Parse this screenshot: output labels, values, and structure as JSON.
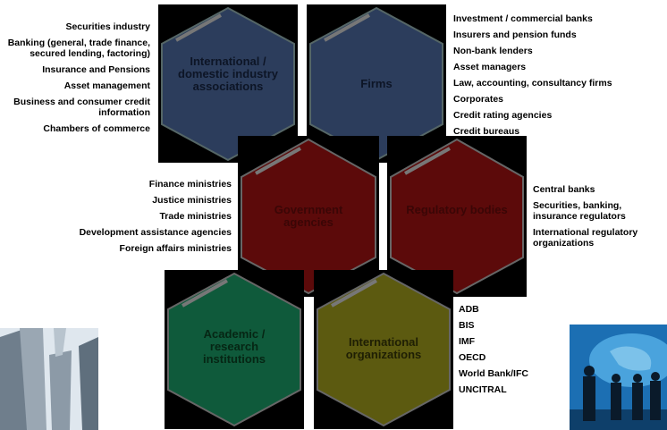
{
  "nodes": [
    {
      "id": "associations",
      "label": "International / domestic industry associations",
      "color": "#2a3a5a"
    },
    {
      "id": "firms",
      "label": "Firms",
      "color": "#2a3a5a"
    },
    {
      "id": "government",
      "label": "Government agencies",
      "color": "#5a0a0a"
    },
    {
      "id": "regulatory",
      "label": "Regulatory bodies",
      "color": "#5a0a0a"
    },
    {
      "id": "academic",
      "label": "Academic / research institutions",
      "color": "#125a3a"
    },
    {
      "id": "intl",
      "label": "International organizations",
      "color": "#5a5a12"
    }
  ],
  "lists": {
    "associations": [
      "Securities industry",
      "Banking (general, trade finance, secured lending, factoring)",
      "Insurance  and Pensions",
      "Asset management",
      "Business and consumer credit information",
      "Chambers of commerce"
    ],
    "firms": [
      "Investment / commercial banks",
      "Insurers and pension funds",
      "Non-bank lenders",
      "Asset managers",
      "Law, accounting, consultancy  firms",
      "Corporates",
      "Credit rating agencies",
      "Credit bureaus"
    ],
    "government": [
      "Finance ministries",
      "Justice ministries",
      "Trade ministries",
      "Development assistance agencies",
      "Foreign affairs ministries"
    ],
    "regulatory": [
      "Central banks",
      "Securities, banking, insurance regulators",
      "International regulatory organizations"
    ],
    "intl": [
      "ADB",
      "BIS",
      "IMF",
      "OECD",
      "World Bank/IFC",
      "UNCITRAL"
    ]
  },
  "photos": {
    "left": "city-buildings-photo",
    "right": "business-people-globe-photo"
  }
}
